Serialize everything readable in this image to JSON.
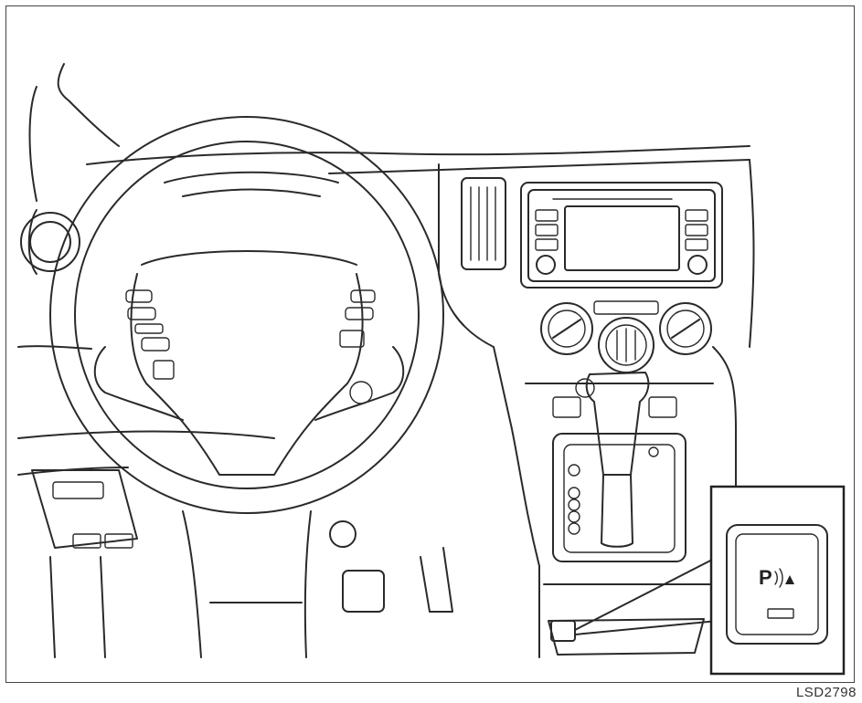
{
  "figure": {
    "code": "LSD2798",
    "switch_label": "P"
  },
  "colors": {
    "line": "#2a2a2a",
    "background": "#ffffff",
    "frame": "#444444"
  },
  "icons": [
    "steering-wheel",
    "parking-sensor-switch",
    "sonar-waves-icon",
    "warning-triangle-icon"
  ]
}
